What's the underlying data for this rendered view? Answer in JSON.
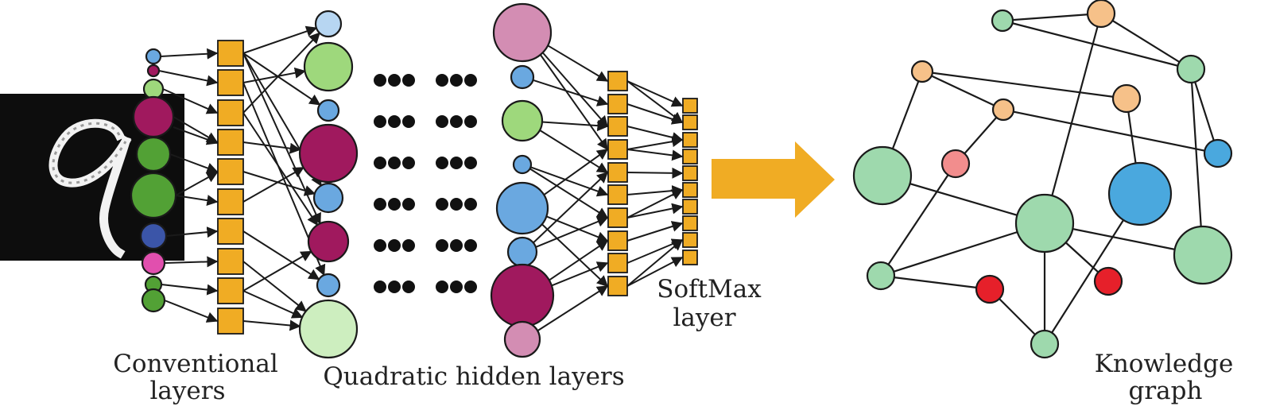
{
  "labels": {
    "conventional_line1": "Conventional",
    "conventional_line2": "layers",
    "quadratic": "Quadratic hidden layers",
    "softmax_line1": "SoftMax",
    "softmax_line2": "layer",
    "knowledge_line1": "Knowledge",
    "knowledge_line2": "graph"
  },
  "colors": {
    "square_fill": "#f0ac24",
    "arrow_fill": "#f0ac24",
    "magenta": "#a0195e",
    "green_dark": "#52a135",
    "green_light": "#9ed87c",
    "green_pale": "#cdeebf",
    "blue_light": "#b7d6f2",
    "blue": "#6aa8e0",
    "navy": "#3b55a8",
    "pink": "#e14fae",
    "mauve": "#d38db3",
    "kg_green": "#9ed9ad",
    "kg_peach": "#f6c189",
    "kg_salmon": "#f28d8d",
    "kg_blue": "#4aa8de",
    "kg_red": "#e6202a"
  },
  "input_image": {
    "digit": "9"
  },
  "dot_groups": {
    "rows": 6,
    "groups_per_row": 2,
    "dots_per_group": 3
  }
}
